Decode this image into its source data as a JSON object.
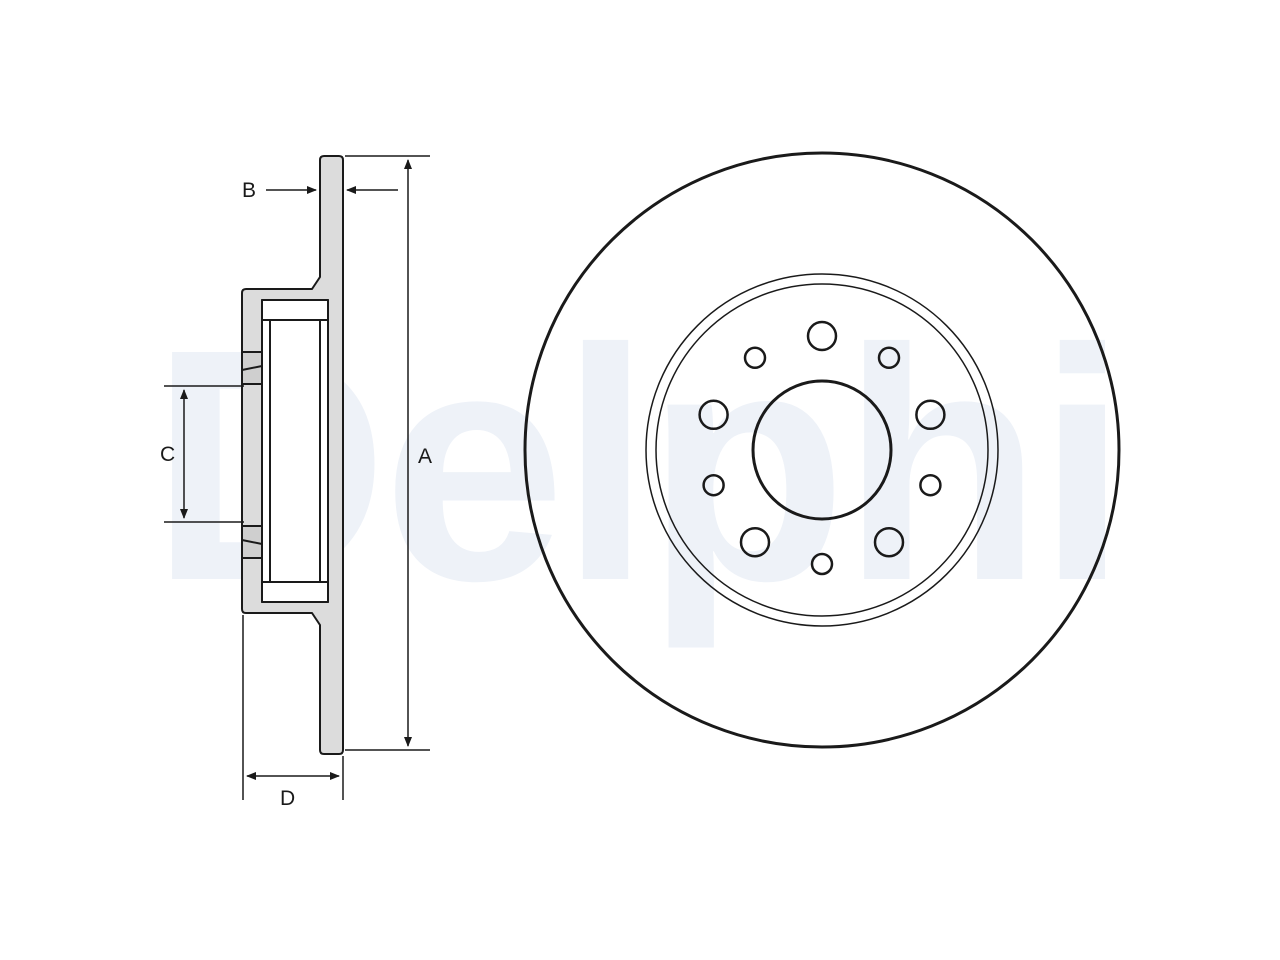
{
  "watermark": {
    "text": "Delphi"
  },
  "labels": {
    "a": "A",
    "b": "B",
    "c": "C",
    "d": "D"
  },
  "colors": {
    "stroke": "#1a1a1a",
    "section_fill": "#dcdcdc",
    "watermark": "#eef2f8"
  },
  "front_view": {
    "bolt_holes": 5,
    "small_holes": 5
  }
}
